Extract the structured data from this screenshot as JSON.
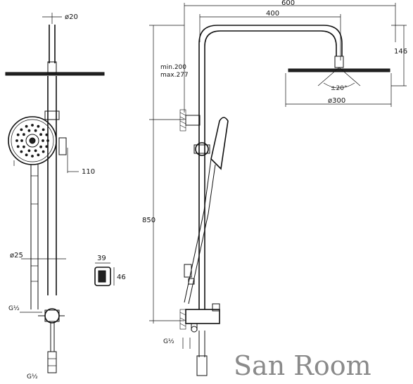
{
  "dimensions": {
    "pipe_dia": "ø20",
    "arm_dia": "ø25",
    "offset_110": "110",
    "bracket_w": "39",
    "bracket_h": "46",
    "thread_valve": "G½",
    "thread_bottom": "G½",
    "thread_side": "G½",
    "overall_width": "600",
    "arm_length": "400",
    "head_drop": "146",
    "spray_angle": "±20°",
    "head_dia": "ø300",
    "min_height": "min.200",
    "max_height": "max.277",
    "column_height": "850"
  },
  "watermark": "San Room"
}
